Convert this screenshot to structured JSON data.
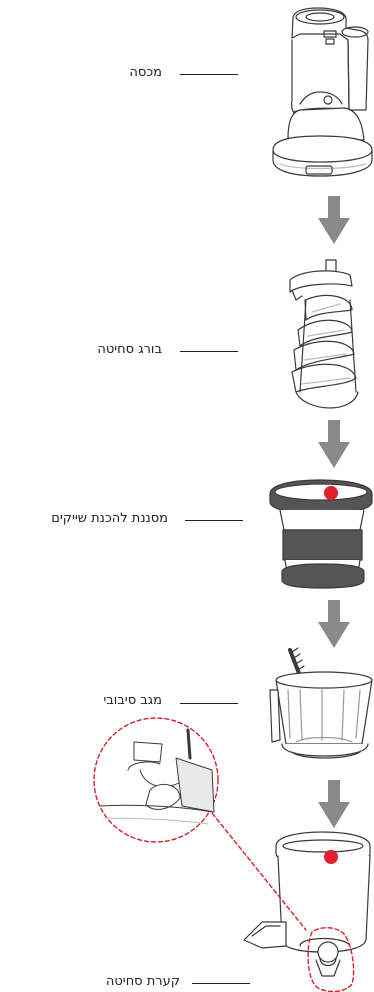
{
  "colors": {
    "line": "#3a3a3a",
    "arrow": "#8a8a8a",
    "marker": "#e0202a",
    "band": "#555555",
    "callout": "#d8202a",
    "shade": "#e9e9e9"
  },
  "parts": [
    {
      "id": "lid",
      "label": "מכסה",
      "icon": "juicer-lid-drawing"
    },
    {
      "id": "screw",
      "label": "בורג סחיטה",
      "icon": "juicing-screw-drawing"
    },
    {
      "id": "strainer",
      "label": "מסננת להכנת שייקים",
      "icon": "smoothie-strainer-drawing"
    },
    {
      "id": "wiper",
      "label": "מגב סיבובי",
      "icon": "rotating-brush-drawing"
    },
    {
      "id": "bowl",
      "label": "קערת סחיטה",
      "icon": "juicing-bowl-drawing"
    }
  ],
  "arrows": [
    "down-arrow",
    "down-arrow",
    "down-arrow",
    "down-arrow"
  ]
}
